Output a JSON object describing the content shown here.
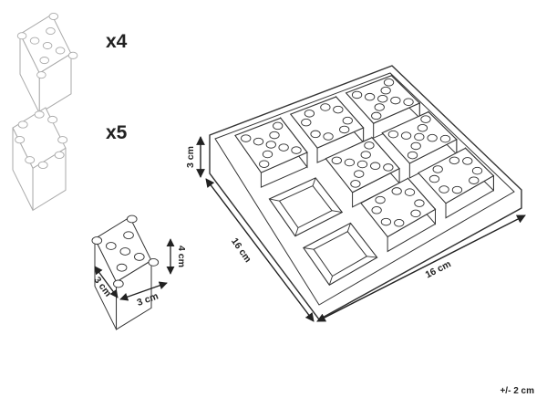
{
  "pieces": {
    "x_piece": {
      "quantity_label": "x4",
      "icon": "x-pattern-cube-icon"
    },
    "o_piece": {
      "quantity_label": "x5",
      "icon": "o-pattern-cube-icon"
    },
    "sample_cube": {
      "icon": "x-pattern-cube-icon",
      "height_label": "4 cm",
      "depth_label": "3 cm",
      "width_label": "3 cm"
    }
  },
  "board": {
    "icon": "tic-tac-toe-board-icon",
    "height_label": "3 cm",
    "depth_label": "16 cm",
    "width_label": "16 cm",
    "grid": [
      [
        "X",
        "O",
        "X"
      ],
      [
        "empty",
        "X",
        "X"
      ],
      [
        "empty",
        "O",
        "O"
      ]
    ]
  },
  "tolerance_label": "+/- 2 cm",
  "colors": {
    "line": "#333333",
    "light_line": "#aaaaaa",
    "fill": "#ffffff"
  }
}
